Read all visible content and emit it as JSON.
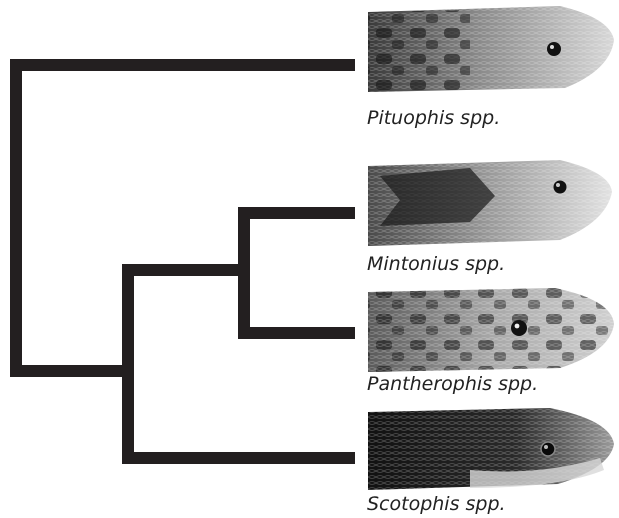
{
  "figure": {
    "type": "phylogenetic-tree",
    "colors": {
      "branch": "#231f20",
      "label": "#222222",
      "background": "#ffffff"
    },
    "taxa": [
      {
        "id": "pituophis",
        "label": "Pituophis spp.",
        "image": "snake-head-photo"
      },
      {
        "id": "mintonius",
        "label": "Mintonius spp.",
        "image": "snake-head-photo"
      },
      {
        "id": "pantherophis",
        "label": "Pantherophis spp.",
        "image": "snake-head-photo"
      },
      {
        "id": "scotophis",
        "label": "Scotophis spp.",
        "image": "snake-head-photo"
      }
    ]
  }
}
